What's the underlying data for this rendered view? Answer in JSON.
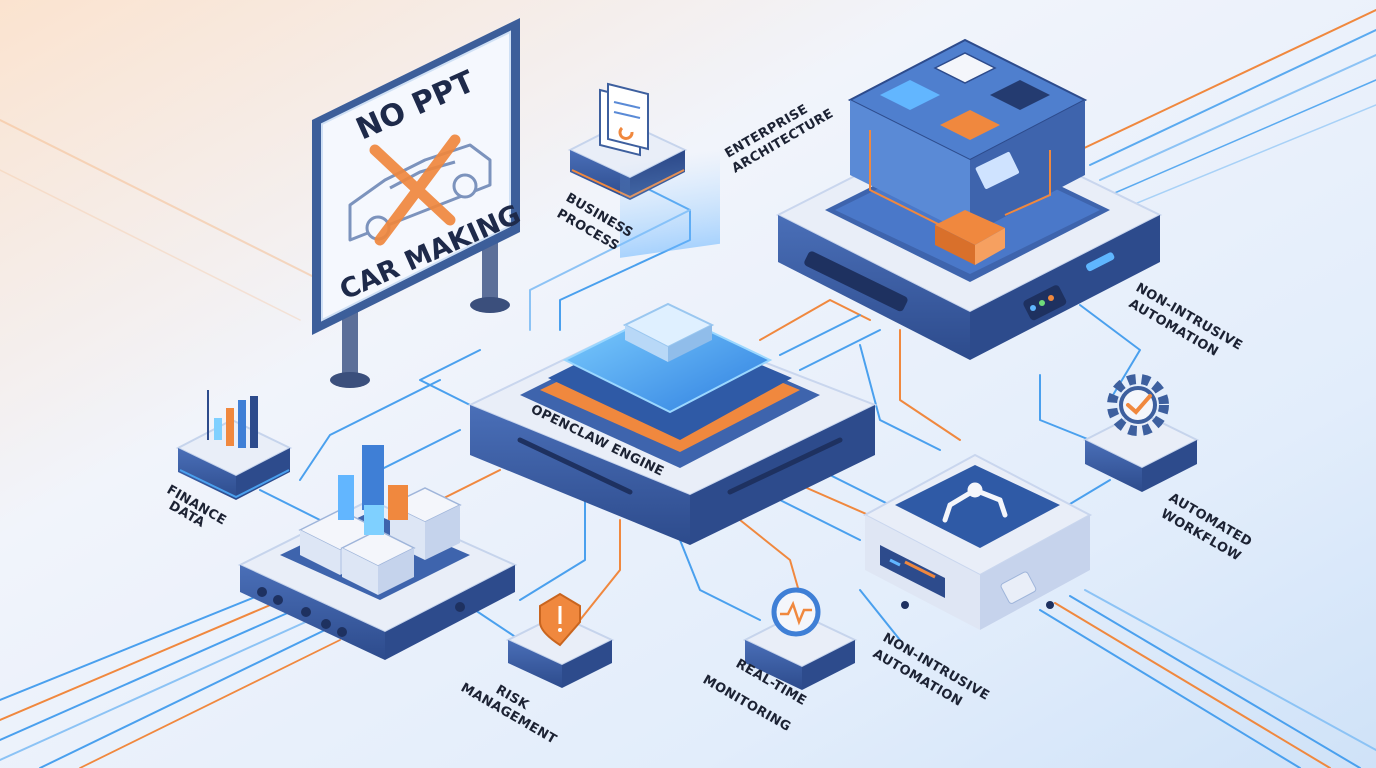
{
  "sign": {
    "line1": "NO PPT",
    "line2": "CAR MAKING"
  },
  "engine": {
    "label": "OPENCLAW ENGINE"
  },
  "nodes": {
    "business_process": {
      "line1": "BUSINESS",
      "line2": "PROCESS"
    },
    "enterprise_architecture": {
      "line1": "ENTERPRISE",
      "line2": "ARCHITECTURE"
    },
    "non_intrusive_top": {
      "line1": "NON-INTRUSIVE",
      "line2": "AUTOMATION"
    },
    "automated_workflow": {
      "line1": "AUTOMATED",
      "line2": "WORKFLOW"
    },
    "finance_data": {
      "line1": "FINANCE",
      "line2": "DATA"
    },
    "risk_management": {
      "line1": "RISK",
      "line2": "MANAGEMENT"
    },
    "real_time_monitoring": {
      "line1": "REAL-TIME",
      "line2": "MONITORING"
    },
    "non_intrusive_bottom": {
      "line1": "NON-INTRUSIVE",
      "line2": "AUTOMATION"
    }
  },
  "colors": {
    "background_light": "#f3f6fc",
    "background_blue": "#d7e7fb",
    "accent_orange": "#f0883e",
    "accent_blue": "#3f9ae8",
    "deep_navy": "#2e4f8f",
    "platform_top": "#e9eef8",
    "platform_side": "#3b5fa8"
  }
}
